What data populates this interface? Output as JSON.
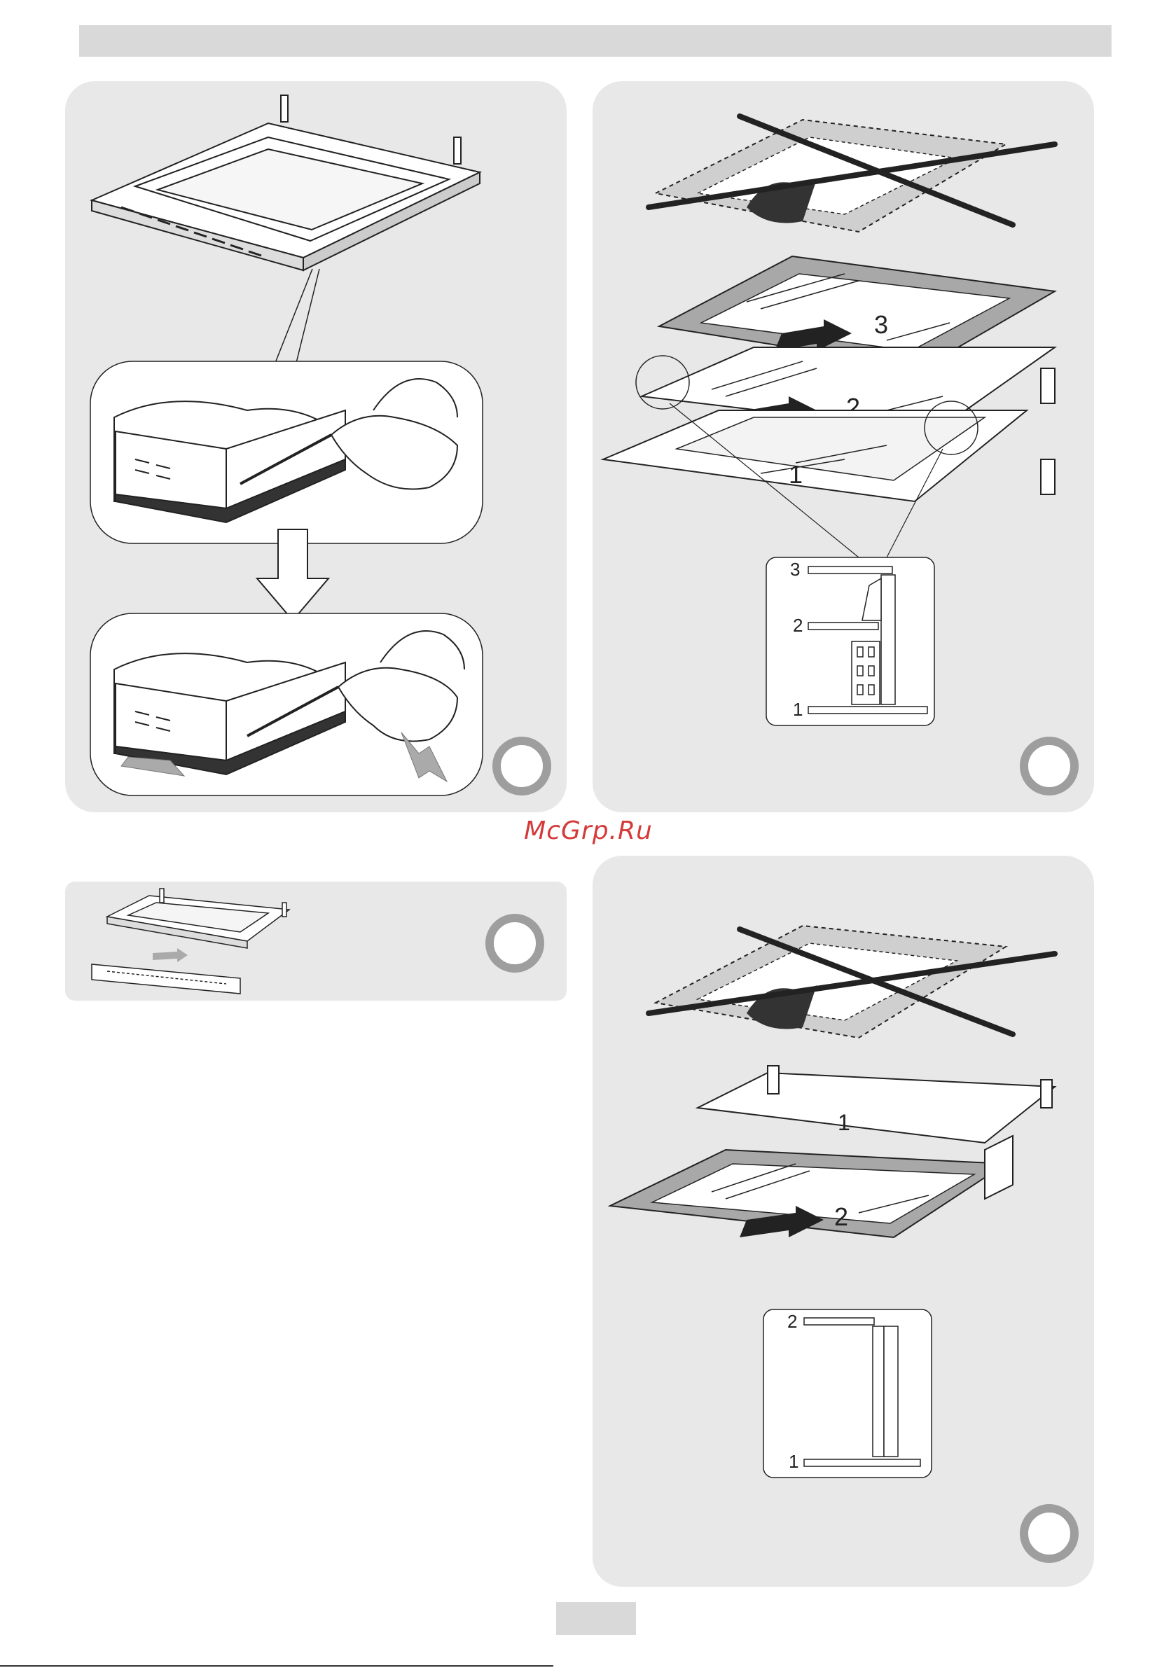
{
  "watermark": {
    "text": "McGrp.Ru"
  },
  "panels": {
    "top_right": {
      "glass_labels": [
        "3",
        "2",
        "1"
      ],
      "detail_labels": [
        "3",
        "2",
        "1"
      ]
    },
    "bottom_right": {
      "glass_labels": [
        "1",
        "2"
      ],
      "detail_labels": [
        "2",
        "1"
      ]
    }
  },
  "colors": {
    "panel_bg": "#e8e8e8",
    "header_bar": "#d9d9d9",
    "step_ring": "#9e9e9e",
    "watermark": "#d53a3a"
  }
}
